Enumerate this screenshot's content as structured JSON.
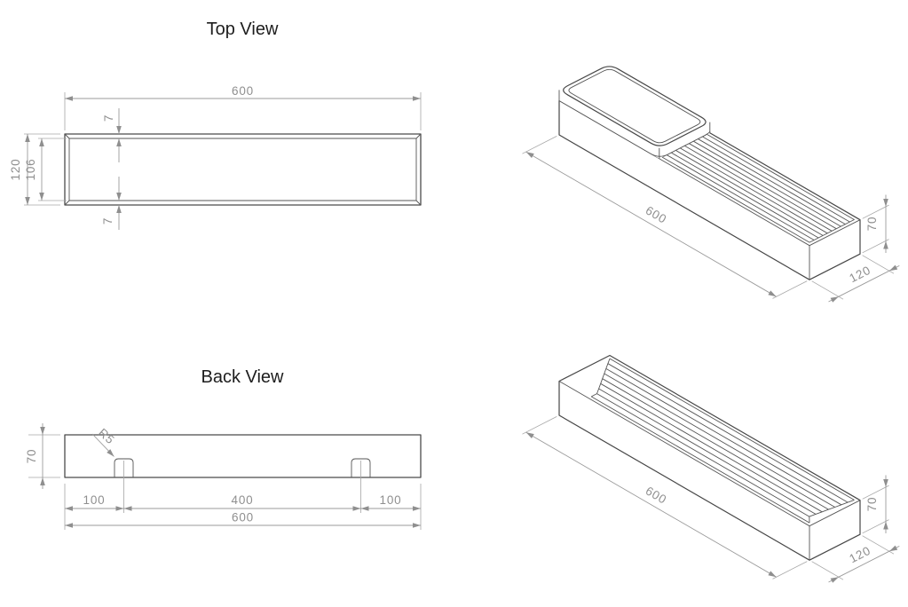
{
  "titles": {
    "top_view": "Top View",
    "back_view": "Back View"
  },
  "top_view": {
    "dims": {
      "width": "600",
      "top_inset": "7",
      "height": "120",
      "inner_height": "106",
      "bottom_inset": "7"
    }
  },
  "back_view": {
    "dims": {
      "height": "70",
      "fillet": "R5",
      "left_offset": "100",
      "center_span": "400",
      "right_offset": "100",
      "total_width": "600"
    }
  },
  "iso_top": {
    "dims": {
      "length": "600",
      "height": "70",
      "depth": "120"
    }
  },
  "iso_bottom": {
    "dims": {
      "length": "600",
      "height": "70",
      "depth": "120"
    }
  },
  "colors": {
    "object_line": "#4a4a4a",
    "dimension_line": "#9b9b9b",
    "dimension_text": "#8f8f8f",
    "title_text": "#1d1d1d",
    "background": "#ffffff"
  }
}
